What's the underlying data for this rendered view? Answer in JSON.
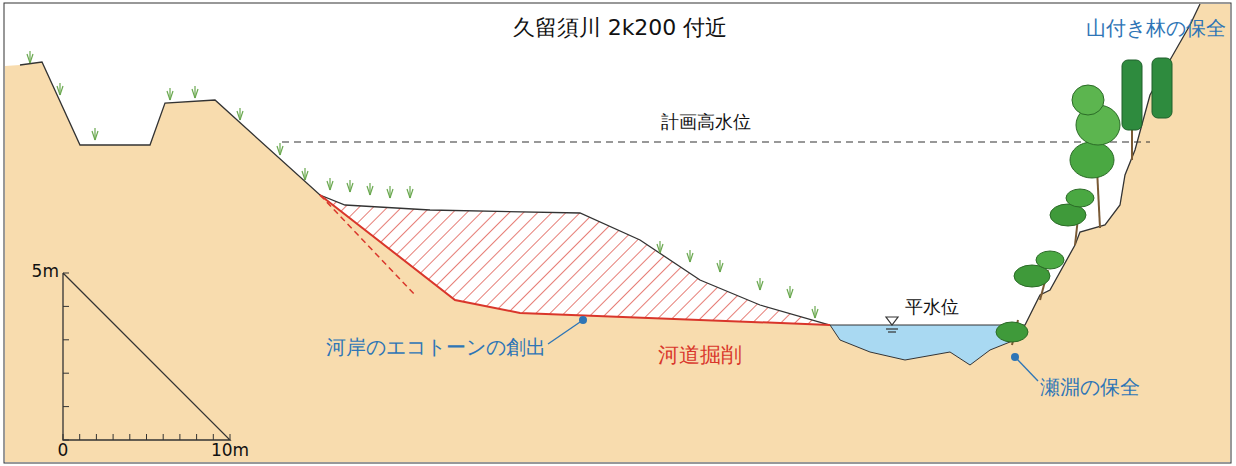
{
  "diagram": {
    "title": "久留須川 2k200 付近",
    "labels": [
      "山付き林の保全",
      "計画高水位",
      "平水位",
      "河岸のエコトーンの創出",
      "河道掘削",
      "瀬淵の保全",
      "5m",
      "0",
      "10m"
    ]
  }
}
